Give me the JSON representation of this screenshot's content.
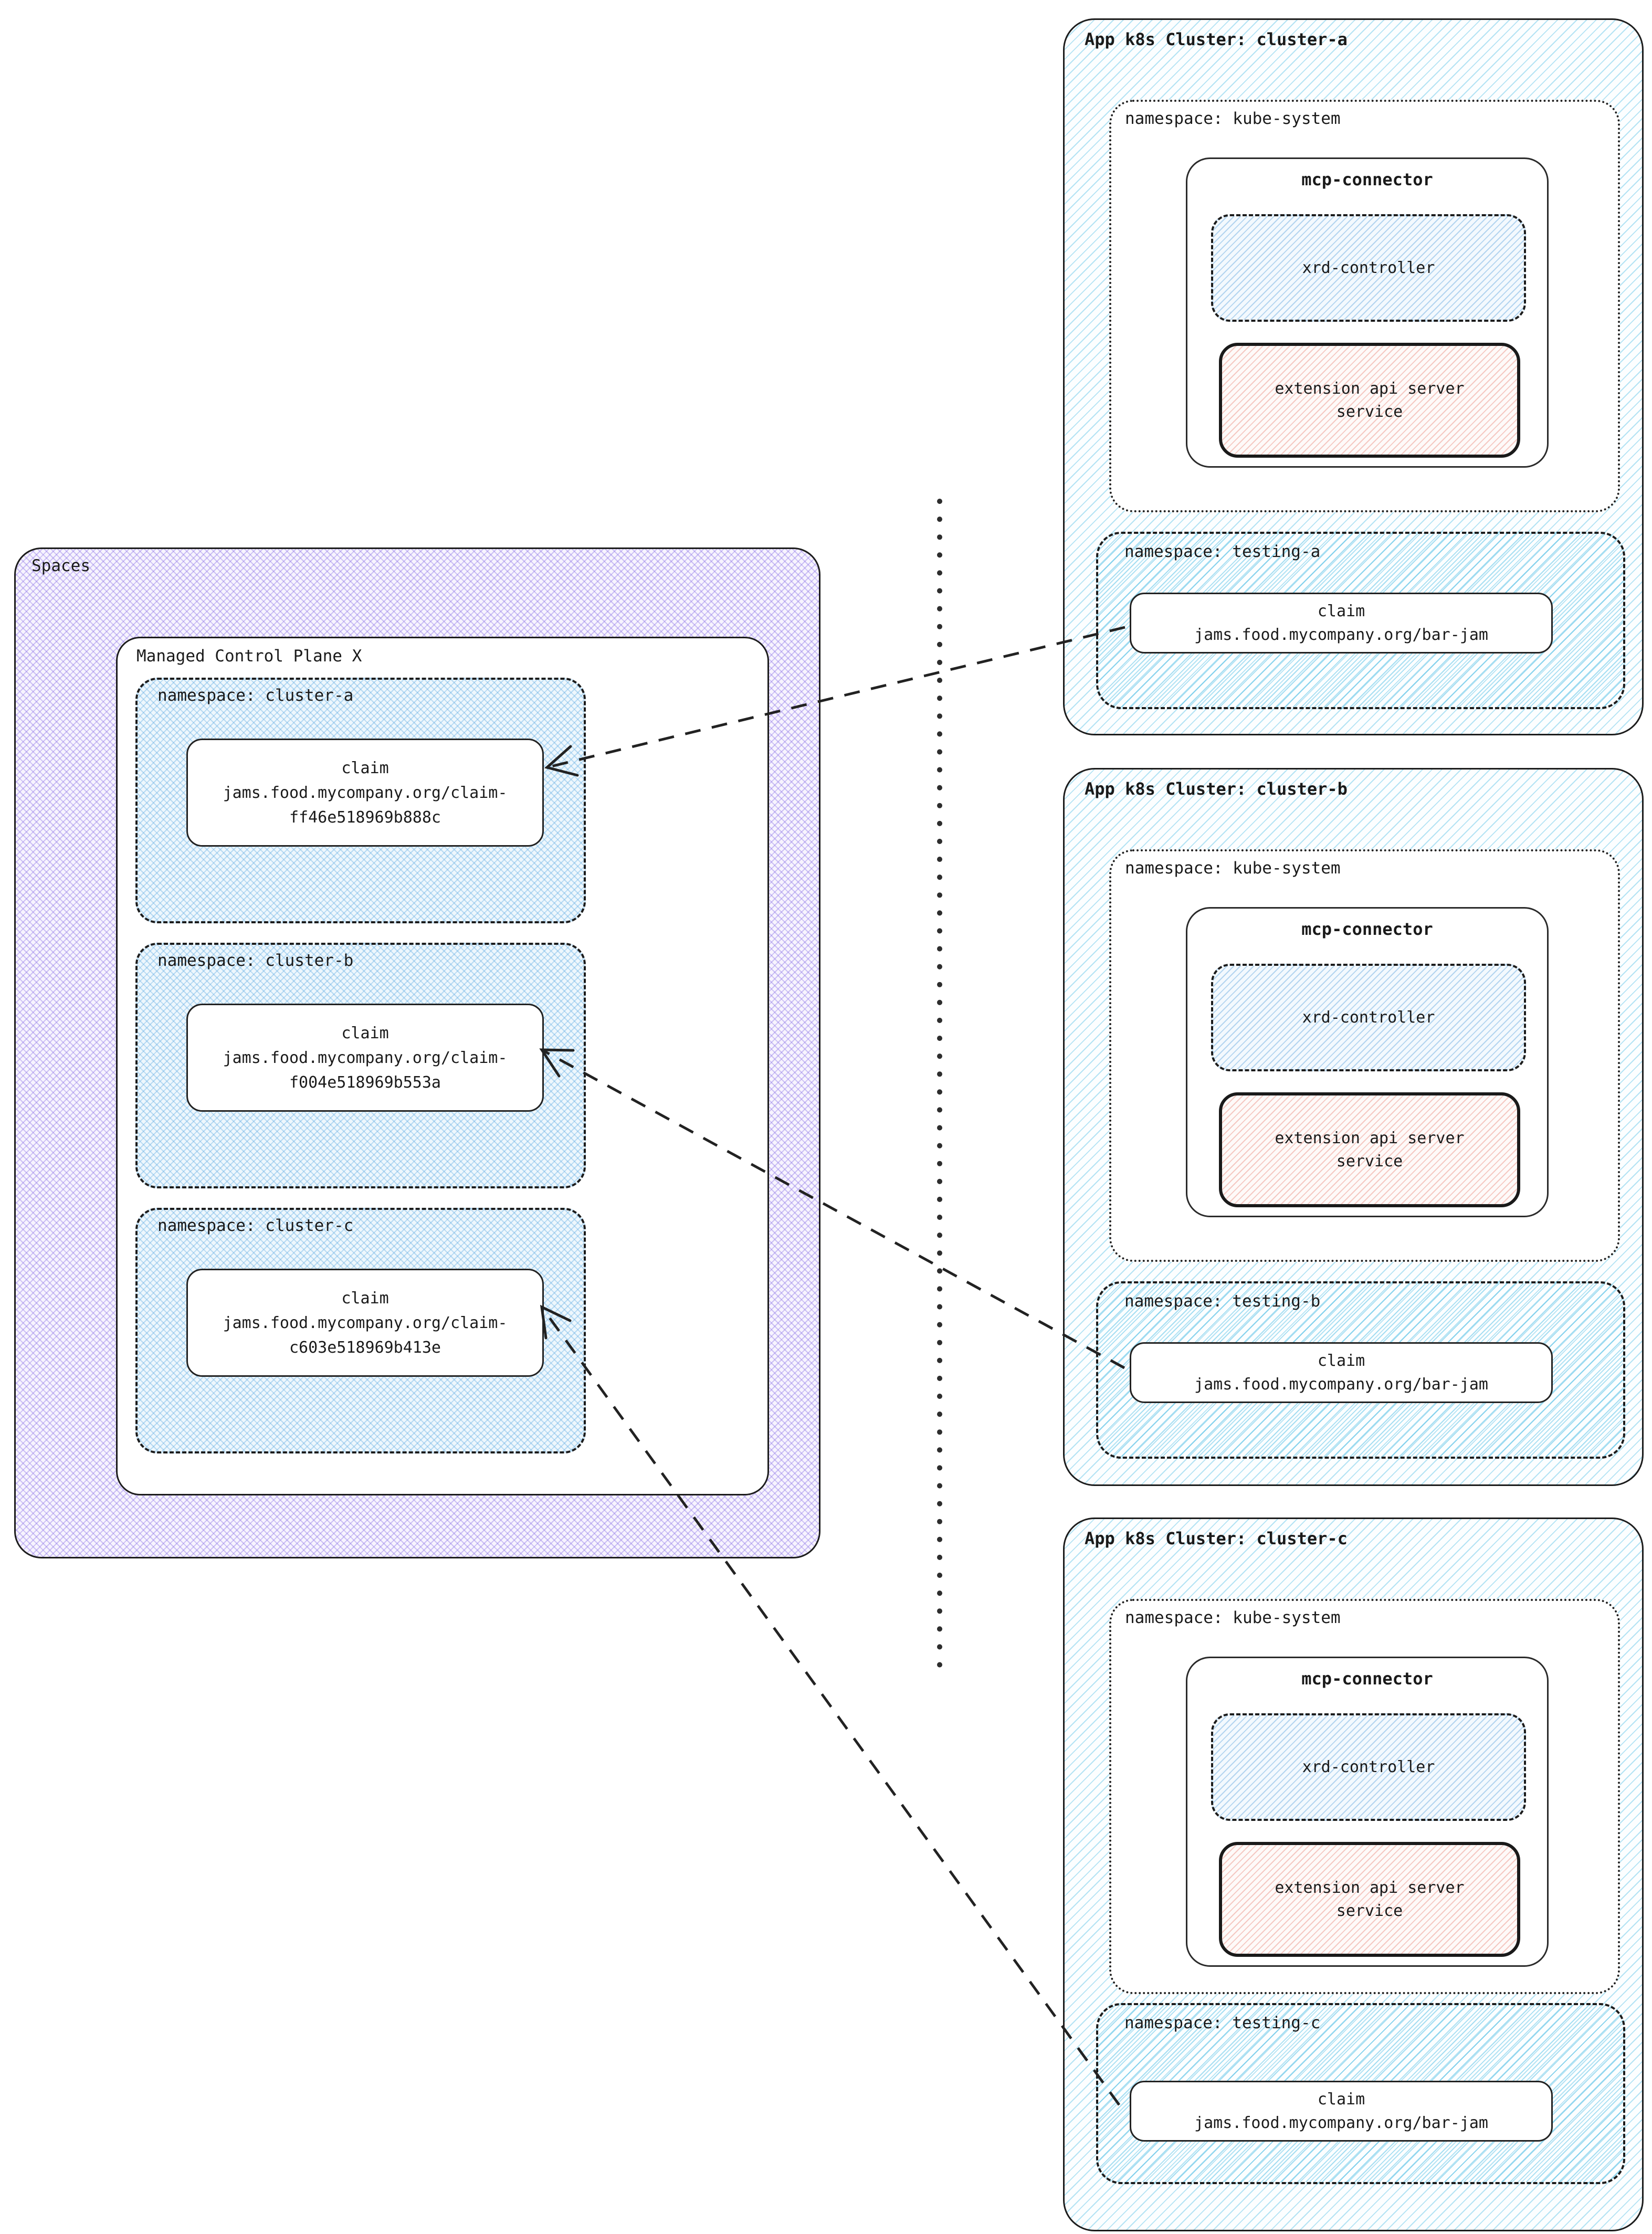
{
  "spaces": {
    "label": "Spaces",
    "control_plane": {
      "label": "Managed Control Plane X",
      "namespaces": [
        {
          "label": "namespace: cluster-a",
          "claim_title": "claim",
          "claim_line1": "jams.food.mycompany.org/claim-",
          "claim_line2": "ff46e518969b888c"
        },
        {
          "label": "namespace: cluster-b",
          "claim_title": "claim",
          "claim_line1": "jams.food.mycompany.org/claim-",
          "claim_line2": "f004e518969b553a"
        },
        {
          "label": "namespace: cluster-c",
          "claim_title": "claim",
          "claim_line1": "jams.food.mycompany.org/claim-",
          "claim_line2": "c603e518969b413e"
        }
      ]
    }
  },
  "clusters": [
    {
      "title": "App k8s Cluster: cluster-a",
      "kube_namespace": "namespace: kube-system",
      "connector": "mcp-connector",
      "controller": "xrd-controller",
      "extension_line1": "extension api server",
      "extension_line2": "service",
      "testing_namespace": "namespace: testing-a",
      "claim_title": "claim",
      "claim_value": "jams.food.mycompany.org/bar-jam"
    },
    {
      "title": "App k8s Cluster: cluster-b",
      "kube_namespace": "namespace: kube-system",
      "connector": "mcp-connector",
      "controller": "xrd-controller",
      "extension_line1": "extension api server",
      "extension_line2": "service",
      "testing_namespace": "namespace: testing-b",
      "claim_title": "claim",
      "claim_value": "jams.food.mycompany.org/bar-jam"
    },
    {
      "title": "App k8s Cluster: cluster-c",
      "kube_namespace": "namespace: kube-system",
      "connector": "mcp-connector",
      "controller": "xrd-controller",
      "extension_line1": "extension api server",
      "extension_line2": "service",
      "testing_namespace": "namespace: testing-c",
      "claim_title": "claim",
      "claim_value": "jams.food.mycompany.org/bar-jam"
    }
  ],
  "colors": {
    "ink": "#1c1c1c",
    "spaces_hatch": "#8c73e6",
    "left_namespace_hatch": "#5faae1",
    "cluster_hatch": "#50bee4",
    "controller_hatch": "#5aa0dc",
    "extension_hatch": "#e67869"
  }
}
